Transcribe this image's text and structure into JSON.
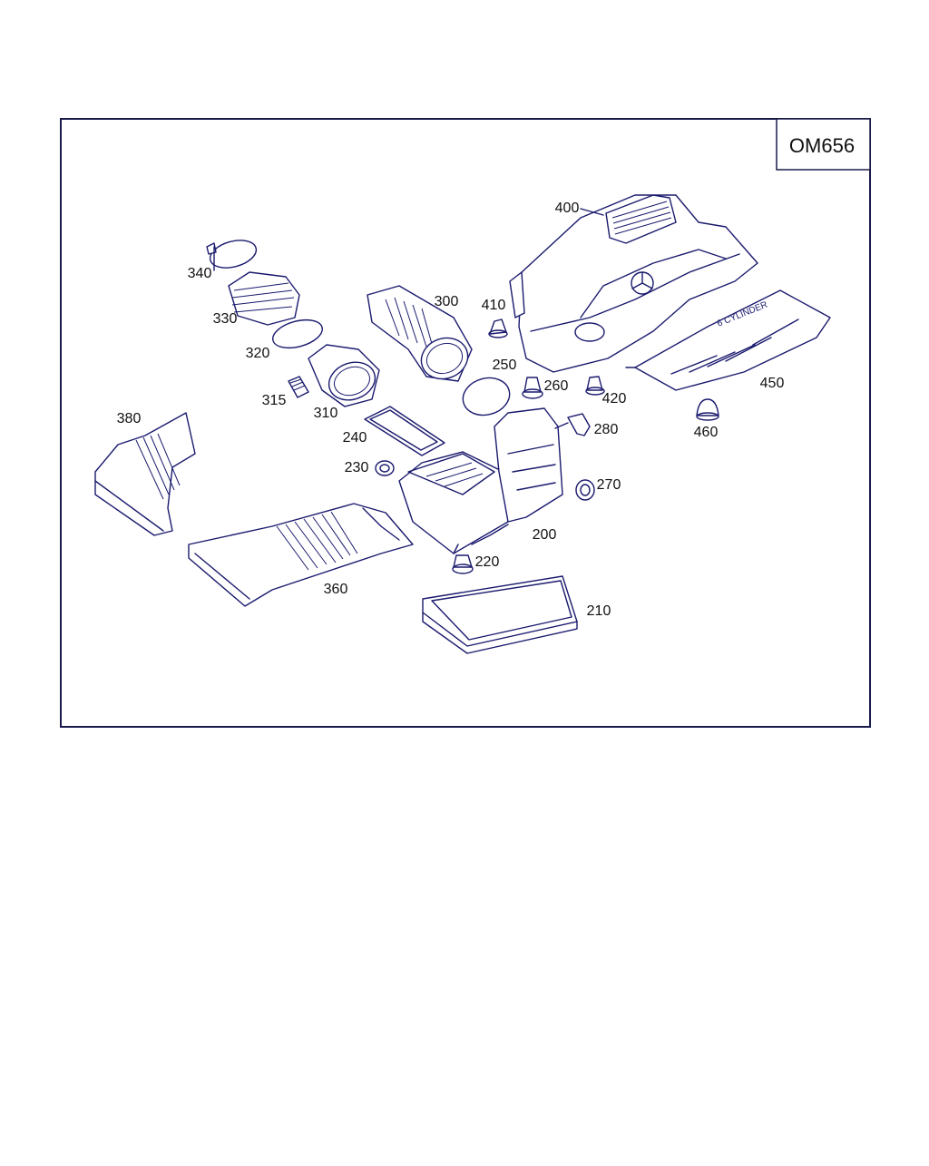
{
  "diagram": {
    "model_code": "OM656",
    "cover_text": "6 CYLINDER",
    "parts": [
      {
        "id": "200"
      },
      {
        "id": "210"
      },
      {
        "id": "220"
      },
      {
        "id": "230"
      },
      {
        "id": "240"
      },
      {
        "id": "250"
      },
      {
        "id": "260"
      },
      {
        "id": "270"
      },
      {
        "id": "280"
      },
      {
        "id": "300"
      },
      {
        "id": "310"
      },
      {
        "id": "315"
      },
      {
        "id": "320"
      },
      {
        "id": "330"
      },
      {
        "id": "340"
      },
      {
        "id": "360"
      },
      {
        "id": "380"
      },
      {
        "id": "400"
      },
      {
        "id": "410"
      },
      {
        "id": "420"
      },
      {
        "id": "450"
      },
      {
        "id": "460"
      }
    ]
  },
  "colors": {
    "line": "#1a1a6e",
    "frame": "#1a1a4a",
    "text": "#111111"
  }
}
